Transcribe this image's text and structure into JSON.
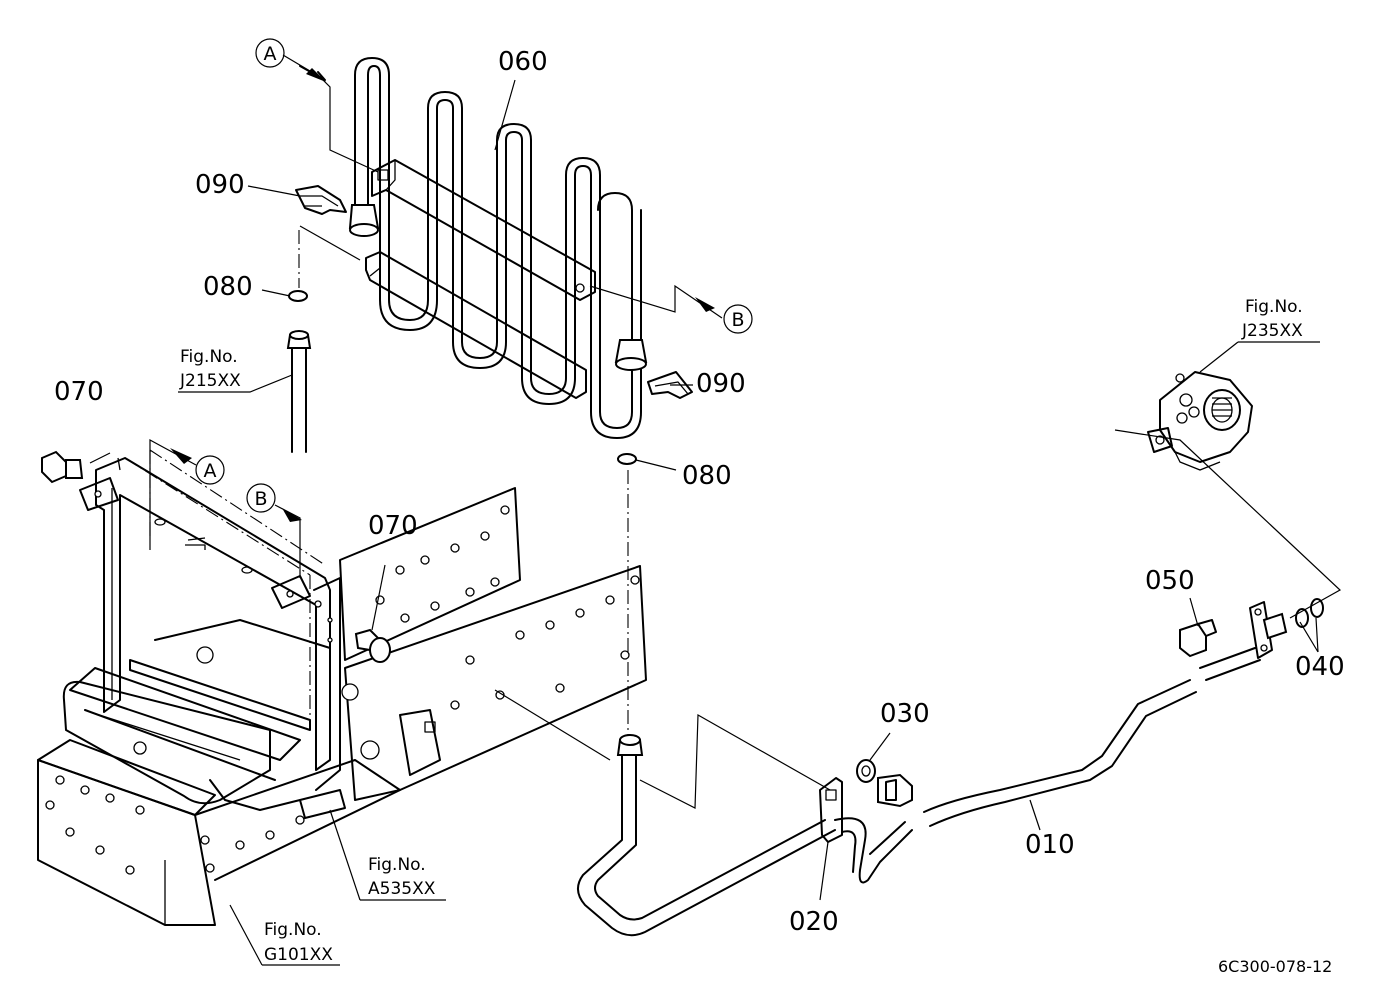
{
  "diagram": {
    "drawing_number": "6C300-078-12",
    "part_labels": {
      "p010": "010",
      "p020": "020",
      "p030": "030",
      "p040": "040",
      "p050": "050",
      "p060": "060",
      "p070_left": "070",
      "p070_center": "070",
      "p080_left": "080",
      "p080_right": "080",
      "p090_left": "090",
      "p090_right": "090"
    },
    "references": [
      {
        "prefix": "Fig.No.",
        "code": "J215XX"
      },
      {
        "prefix": "Fig.No.",
        "code": "J235XX"
      },
      {
        "prefix": "Fig.No.",
        "code": "A535XX"
      },
      {
        "prefix": "Fig.No.",
        "code": "G101XX"
      }
    ],
    "callouts": {
      "a_top": "A",
      "b_right": "B",
      "a_frame": "A",
      "b_frame": "B"
    }
  }
}
